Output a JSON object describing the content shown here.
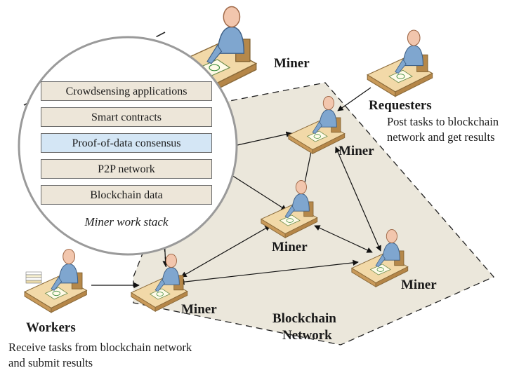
{
  "miners": {
    "top": "Miner",
    "right_top": "Miner",
    "center": "Miner",
    "right": "Miner",
    "left": "Miner"
  },
  "requesters": {
    "title": "Requesters",
    "desc_line1": "Post tasks to blockchain",
    "desc_line2": "network and get results"
  },
  "workers": {
    "title": "Workers",
    "desc_line1": "Receive tasks from blockchain network",
    "desc_line2": "and submit results"
  },
  "network": {
    "line1": "Blockchain",
    "line2": "Network"
  },
  "stack": {
    "layers": [
      "Crowdsensing applications",
      "Smart contracts",
      "Proof-of-data consensus",
      "P2P network",
      "Blockchain data"
    ],
    "highlighted_index": 2,
    "caption": "Miner work stack"
  },
  "colors": {
    "network_fill": "#ebe7db",
    "highlight": "#d4e6f5",
    "layer_fill": "#ede6d9"
  }
}
